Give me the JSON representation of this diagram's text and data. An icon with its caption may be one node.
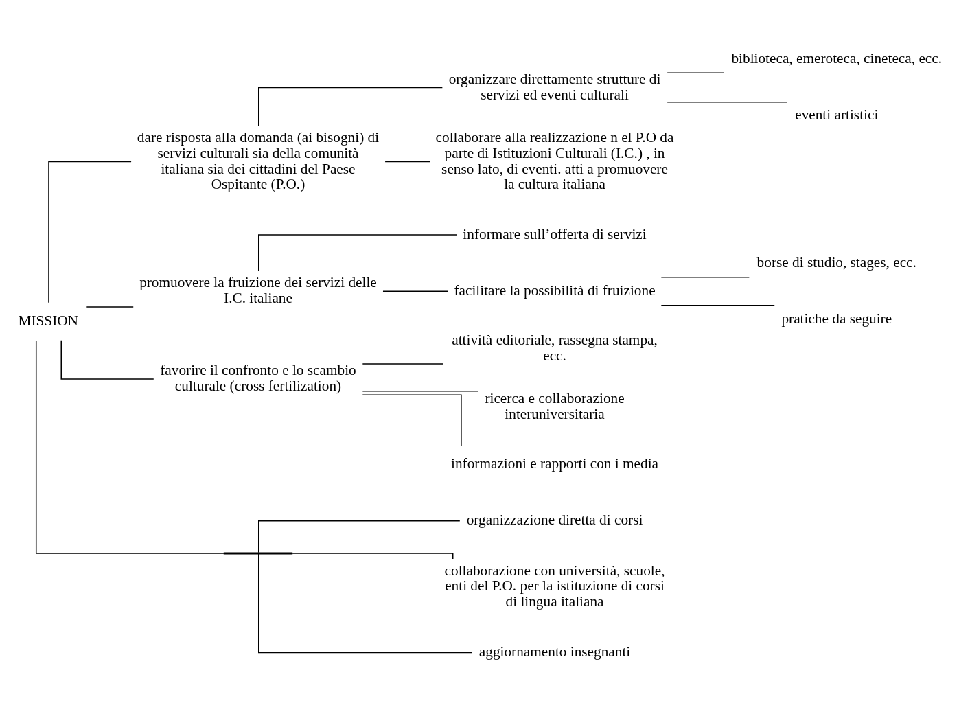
{
  "diagram": {
    "nodes": [
      {
        "text": [
          "MISSION"
        ]
      },
      {
        "text": [
          "dare risposta alla domanda (ai bisogni) di servizi culturali sia della comunità italiana sia dei cittadini del Paese Ospitante (P.O.)"
        ]
      },
      {
        "text": [
          "promuovere la fruizione dei servizi delle I.C. italiane"
        ]
      },
      {
        "text": [
          "favorire il confronto e lo scambio culturale (cross fertilization)"
        ]
      },
      {
        "text": [],
        "shape": "bar"
      },
      {
        "text": [
          "organizzare direttamente strutture di servizi ed eventi culturali"
        ]
      },
      {
        "text": [
          "biblioteca, emeroteca, cineteca, ecc."
        ]
      },
      {
        "text": [
          "eventi artistici"
        ]
      },
      {
        "text": [
          "collaborare alla realizzazione n el P.O da parte di Istituzioni Culturali (I.C.) , in senso lato, di eventi. atti a promuovere la cultura italiana"
        ]
      },
      {
        "text": [
          "informare sull’offerta di servizi"
        ]
      },
      {
        "text": [
          "facilitare la possibilità di fruizione"
        ]
      },
      {
        "text": [
          "borse di studio, stages, ecc."
        ]
      },
      {
        "text": [
          "pratiche da seguire"
        ]
      },
      {
        "text": [
          "attività editoriale, rassegna stampa,  ecc."
        ]
      },
      {
        "text": [
          "ricerca e collaborazione interuniversitaria"
        ]
      },
      {
        "text": [
          "informazioni e rapporti con i media"
        ]
      },
      {
        "text": [
          "organizzazione diretta di corsi"
        ]
      },
      {
        "text": [
          "collaborazione con università, scuole, enti del P.O. per la istituzione di corsi di lingua italiana"
        ]
      },
      {
        "text": [
          "aggiornamento insegnanti"
        ]
      }
    ],
    "edges": [
      {
        "from": 0,
        "to": 1,
        "arrow": "none"
      },
      {
        "from": 0,
        "to": 2,
        "arrow": "none"
      },
      {
        "from": 0,
        "to": 3,
        "arrow": "none"
      },
      {
        "from": 0,
        "to": 4,
        "arrow": "none"
      },
      {
        "from": 1,
        "to": 5,
        "arrow": "none"
      },
      {
        "from": 1,
        "to": 8,
        "arrow": "none"
      },
      {
        "from": 5,
        "to": 6,
        "arrow": "none"
      },
      {
        "from": 5,
        "to": 7,
        "arrow": "none"
      },
      {
        "from": 2,
        "to": 9,
        "arrow": "none"
      },
      {
        "from": 2,
        "to": 10,
        "arrow": "none"
      },
      {
        "from": 10,
        "to": 11,
        "arrow": "none"
      },
      {
        "from": 10,
        "to": 12,
        "arrow": "none"
      },
      {
        "from": 3,
        "to": 13,
        "arrow": "none"
      },
      {
        "from": 3,
        "to": 14,
        "arrow": "none"
      },
      {
        "from": 3,
        "to": 15,
        "arrow": "none"
      },
      {
        "from": 4,
        "to": 16,
        "arrow": "none"
      },
      {
        "from": 4,
        "to": 17,
        "arrow": "none"
      },
      {
        "from": 4,
        "to": 18,
        "arrow": "none"
      }
    ]
  }
}
